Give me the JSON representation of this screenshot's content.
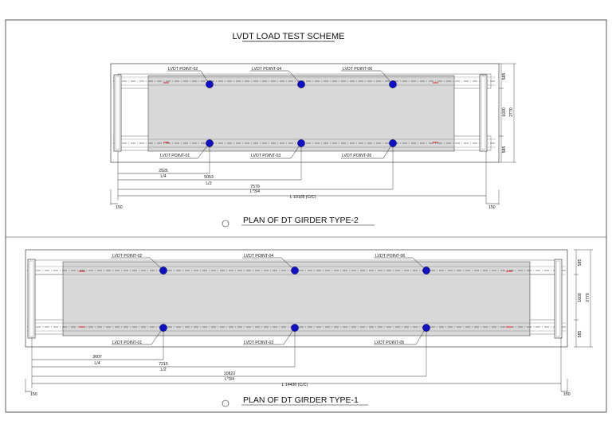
{
  "sheet": {
    "title": "LVDT LOAD TEST SCHEME"
  },
  "girder_type_2": {
    "title": "PLAN OF DT GIRDER TYPE-2",
    "lvdt_labels": [
      "LVDT POINT-02",
      "LVDT POINT-04",
      "LVDT POINT-06",
      "LVDT POINT-01",
      "LVDT POINT-03",
      "LVDT POINT-05"
    ],
    "dims": {
      "quarter_value": "2526",
      "quarter_label": "L/4",
      "half_value": "5053",
      "half_label": "L/2",
      "three_quarter_value": "7579",
      "three_quarter_label": "L*3/4",
      "span": "L 10105 (C/C)",
      "end_left": "150",
      "end_right": "150",
      "flange_top": "585",
      "flange_bottom": "585",
      "web_gap": "1600",
      "overall_width": "2770"
    }
  },
  "girder_type_1": {
    "title": "PLAN OF DT GIRDER TYPE-1",
    "lvdt_labels": [
      "LVDT POINT-02",
      "LVDT POINT-04",
      "LVDT POINT-06",
      "LVDT POINT-01",
      "LVDT POINT-03",
      "LVDT POINT-05"
    ],
    "dims": {
      "quarter_value": "3607",
      "quarter_label": "L/4",
      "half_value": "7215",
      "half_label": "L/2",
      "three_quarter_value": "10822",
      "three_quarter_label": "L*3/4",
      "span": "L 14430 (C/C)",
      "end_left": "150",
      "end_right": "150",
      "flange_top": "585",
      "flange_bottom": "585",
      "web_gap": "1600",
      "overall_width": "2770"
    }
  },
  "colors": {
    "lvdt_point": "#1010c8",
    "deck_fill": "#d8d8d8",
    "mark_red": "#e02020",
    "line": "#222222"
  }
}
